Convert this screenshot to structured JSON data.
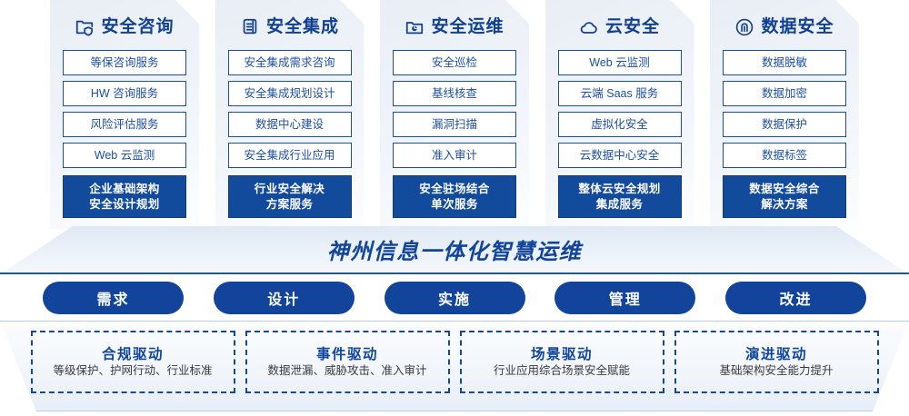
{
  "colors": {
    "brand_blue": "#11449a",
    "deep_blue": "#10408f",
    "card_border": "#1a4fa0",
    "banner_rule": "#1d55a4",
    "dashed_border": "#15479b"
  },
  "cards": [
    {
      "icon": "folder-shield-icon",
      "title": "安全咨询",
      "items": [
        "等保咨询服务",
        "HW 咨询服务",
        "风险评估服务",
        "Web 云监测"
      ],
      "summary_line1": "企业基础架构",
      "summary_line2": "安全设计规划"
    },
    {
      "icon": "documents-stack-icon",
      "title": "安全集成",
      "items": [
        "安全集成需求咨询",
        "安全集成规划设计",
        "数据中心建设",
        "安全集成行业应用"
      ],
      "summary_line1": "行业安全解决",
      "summary_line2": "方案服务"
    },
    {
      "icon": "folder-chart-icon",
      "title": "安全运维",
      "items": [
        "安全巡检",
        "基线核查",
        "漏洞扫描",
        "准入审计"
      ],
      "summary_line1": "安全驻场结合",
      "summary_line2": "单次服务"
    },
    {
      "icon": "cloud-icon",
      "title": "云安全",
      "items": [
        "Web 云监测",
        "云端 Saas 服务",
        "虚拟化安全",
        "云数据中心安全"
      ],
      "summary_line1": "整体云安全规划",
      "summary_line2": "集成服务"
    },
    {
      "icon": "fingerprint-icon",
      "title": "数据安全",
      "items": [
        "数据脱敏",
        "数据加密",
        "数据保护",
        "数据标签"
      ],
      "summary_line1": "数据安全综合",
      "summary_line2": "解决方案"
    }
  ],
  "banner": {
    "text": "神州信息一体化智慧运维"
  },
  "pills": [
    {
      "label": "需求"
    },
    {
      "label": "设计"
    },
    {
      "label": "实施"
    },
    {
      "label": "管理"
    },
    {
      "label": "改进"
    }
  ],
  "drivers": [
    {
      "title": "合规驱动",
      "sub": "等级保护、护网行动、行业标准"
    },
    {
      "title": "事件驱动",
      "sub": "数据泄漏、威胁攻击、准入审计"
    },
    {
      "title": "场景驱动",
      "sub": "行业应用综合场景安全赋能"
    },
    {
      "title": "演进驱动",
      "sub": "基础架构安全能力提升"
    }
  ]
}
